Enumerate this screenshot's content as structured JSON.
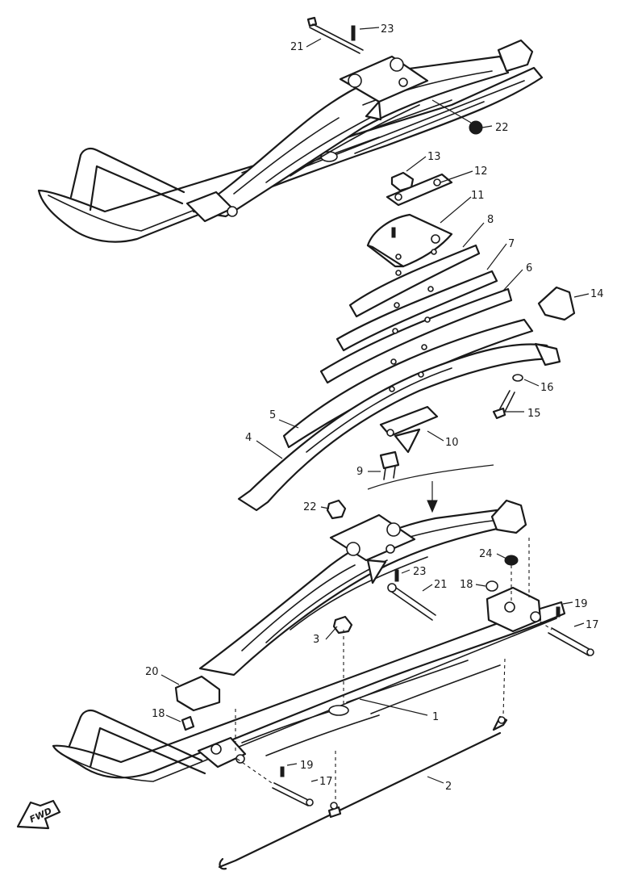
{
  "callouts": [
    {
      "number": "23",
      "part": "cotter-pin",
      "position": "top"
    },
    {
      "number": "21",
      "part": "bolt",
      "position": "top"
    },
    {
      "number": "22",
      "part": "nut",
      "position": "top"
    },
    {
      "number": "13",
      "part": "nut"
    },
    {
      "number": "12",
      "part": "clamp-plate"
    },
    {
      "number": "11",
      "part": "spring-clamp"
    },
    {
      "number": "8",
      "part": "leaf-spring-8"
    },
    {
      "number": "7",
      "part": "leaf-spring-7"
    },
    {
      "number": "6",
      "part": "leaf-spring-6"
    },
    {
      "number": "14",
      "part": "stopper"
    },
    {
      "number": "16",
      "part": "washer"
    },
    {
      "number": "15",
      "part": "bolt"
    },
    {
      "number": "5",
      "part": "leaf-spring-5"
    },
    {
      "number": "4",
      "part": "leaf-spring-4"
    },
    {
      "number": "10",
      "part": "spring-seat"
    },
    {
      "number": "9",
      "part": "bolt"
    },
    {
      "number": "22",
      "part": "nut",
      "position": "bottom"
    },
    {
      "number": "24",
      "part": "nut"
    },
    {
      "number": "23",
      "part": "cotter-pin",
      "position": "bottom"
    },
    {
      "number": "21",
      "part": "bolt",
      "position": "bottom"
    },
    {
      "number": "18",
      "part": "collar",
      "position": "rear"
    },
    {
      "number": "19",
      "part": "cotter-pin",
      "position": "rear"
    },
    {
      "number": "17",
      "part": "pin",
      "position": "rear"
    },
    {
      "number": "3",
      "part": "nut"
    },
    {
      "number": "20",
      "part": "spring-holder"
    },
    {
      "number": "1",
      "part": "ski"
    },
    {
      "number": "18",
      "part": "collar",
      "position": "front"
    },
    {
      "number": "19",
      "part": "cotter-pin",
      "position": "front"
    },
    {
      "number": "17",
      "part": "pin",
      "position": "front"
    },
    {
      "number": "2",
      "part": "runner"
    }
  ],
  "fwd_label": "FWD"
}
